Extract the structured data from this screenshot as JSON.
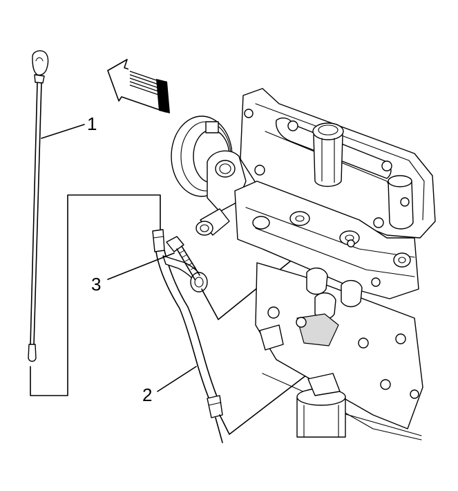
{
  "callouts": {
    "dipstick": "1",
    "tube": "2",
    "bolt": "3"
  },
  "icons": {
    "direction": "front-arrow-icon"
  },
  "colors": {
    "ink": "#000000",
    "background": "#ffffff",
    "shade": "#d9d9d9"
  }
}
